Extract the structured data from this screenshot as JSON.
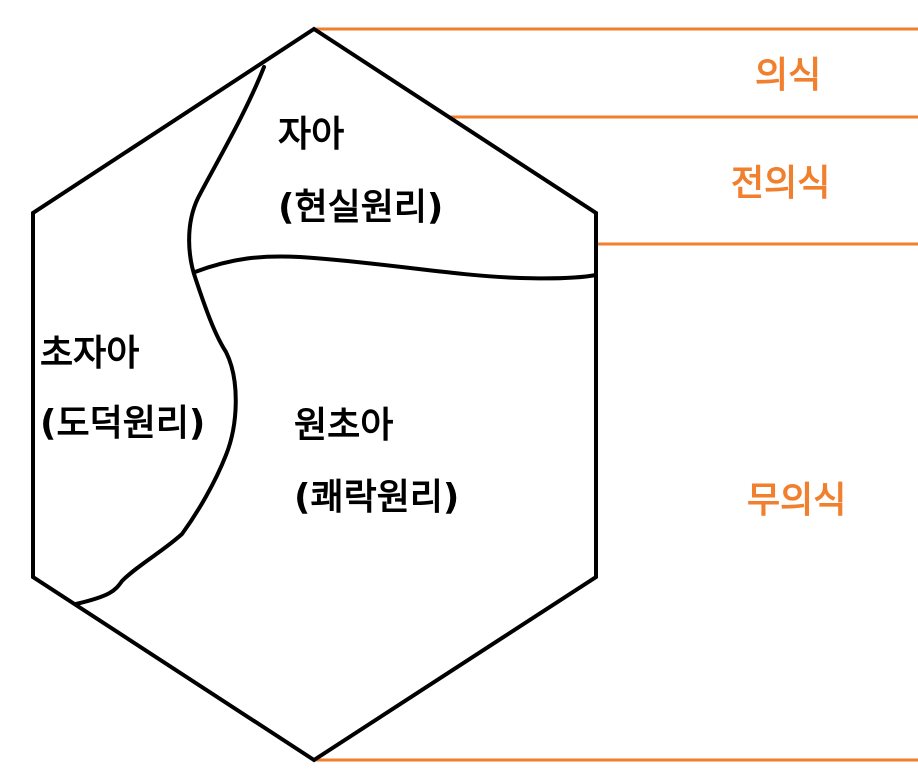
{
  "colors": {
    "outline": "#000000",
    "level_lines": "#f07f2e",
    "level_text": "#f07f2e",
    "background": "#ffffff"
  },
  "regions": {
    "ego": {
      "name": "자아",
      "principle": "(현실원리)"
    },
    "superego": {
      "name": "초자아",
      "principle": "(도덕원리)"
    },
    "id": {
      "name": "원초아",
      "principle": "(쾌락원리)"
    }
  },
  "levels": {
    "conscious": "의식",
    "preconscious": "전의식",
    "unconscious": "무의식"
  }
}
